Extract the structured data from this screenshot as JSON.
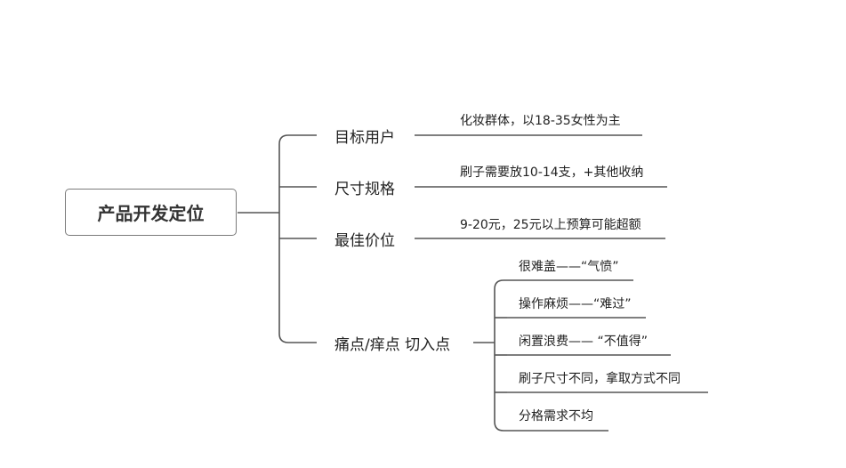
{
  "root": {
    "title": "产品开发定位"
  },
  "branches": [
    {
      "label": "目标用户",
      "detail": "化妆群体，以18-35女性为主"
    },
    {
      "label": "尺寸规格",
      "detail": "刷子需要放10-14支，+其他收纳"
    },
    {
      "label": "最佳价位",
      "detail": "9-20元，25元以上预算可能超额"
    },
    {
      "label": "痛点/痒点 切入点",
      "children": [
        "很难盖——“气愤”",
        "操作麻烦——“难过”",
        "闲置浪费——  “不值得”",
        "刷子尺寸不同，拿取方式不同",
        "分格需求不均"
      ]
    }
  ],
  "colors": {
    "line": "#555555",
    "box_border": "#7a7a7a",
    "text": "#222222"
  }
}
